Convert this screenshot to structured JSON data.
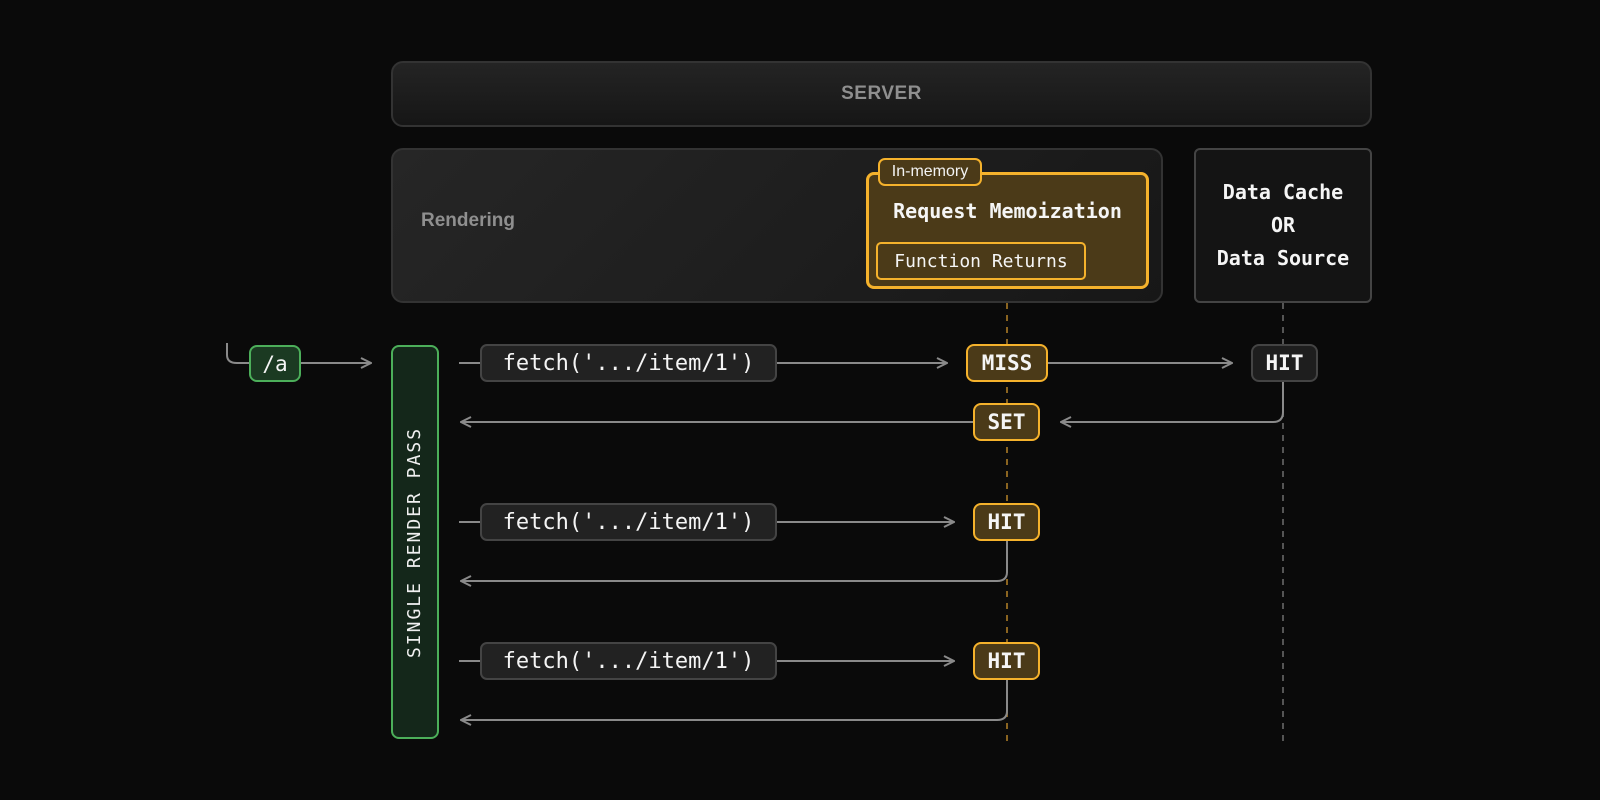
{
  "server": {
    "label": "SERVER"
  },
  "rendering": {
    "label": "Rendering"
  },
  "memoization": {
    "tag": "In-memory",
    "title": "Request Memoization",
    "content": "Function Returns"
  },
  "data_source": {
    "line1": "Data Cache",
    "line2": "OR",
    "line3": "Data Source"
  },
  "render_pass": {
    "label": "SINGLE RENDER PASS"
  },
  "route": {
    "label": "/a"
  },
  "requests": [
    {
      "fetch": "fetch('.../item/1')",
      "memo_result": "MISS",
      "memo_set": "SET",
      "source_result": "HIT"
    },
    {
      "fetch": "fetch('.../item/1')",
      "memo_result": "HIT"
    },
    {
      "fetch": "fetch('.../item/1')",
      "memo_result": "HIT"
    }
  ],
  "colors": {
    "background": "#0a0a0a",
    "memo_accent": "#f5b22c",
    "render_accent": "#4caf5a",
    "neutral_border": "#444444",
    "line": "#8a8a8a"
  }
}
